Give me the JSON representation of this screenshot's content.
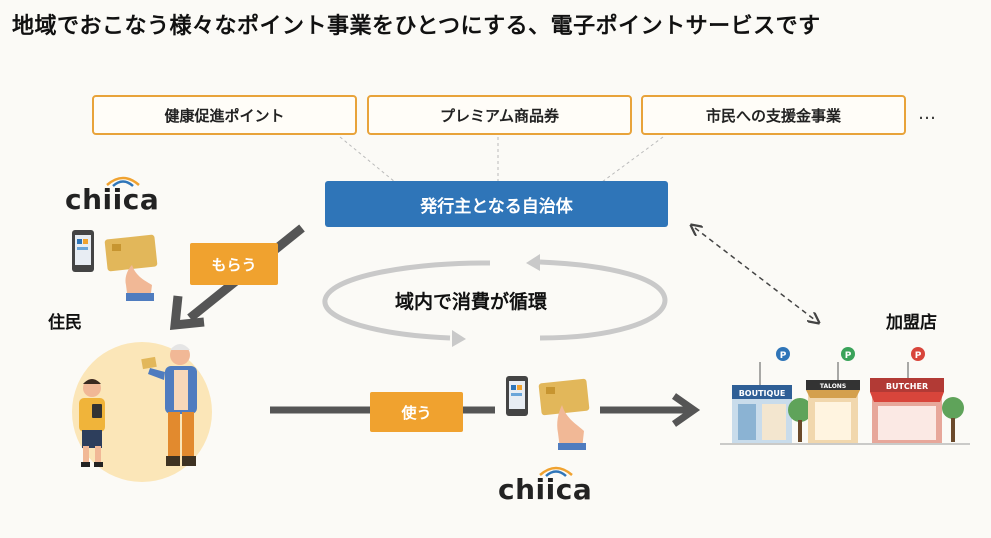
{
  "title": "地域でおこなう様々なポイント事業をひとつにする、電子ポイントサービスです",
  "programs": [
    "健康促進ポイント",
    "プレミアム商品券",
    "市民への支援金事業"
  ],
  "ellipsis": "…",
  "issuer": "発行主となる自治体",
  "receive_label": "もらう",
  "use_label": "使う",
  "cycle_label": "域内で消費が循環",
  "resident_label": "住民",
  "merchant_label": "加盟店",
  "brand_logo": "chiica",
  "shops": {
    "boutique": "BOUTIQUE",
    "talons": "TALONS",
    "butcher": "BUTCHER",
    "point_badge": "P"
  },
  "colors": {
    "accent_orange": "#f0a22f",
    "box_border": "#e8a33a",
    "issuer_blue": "#2f75b8",
    "arrow_gray": "#555555"
  }
}
